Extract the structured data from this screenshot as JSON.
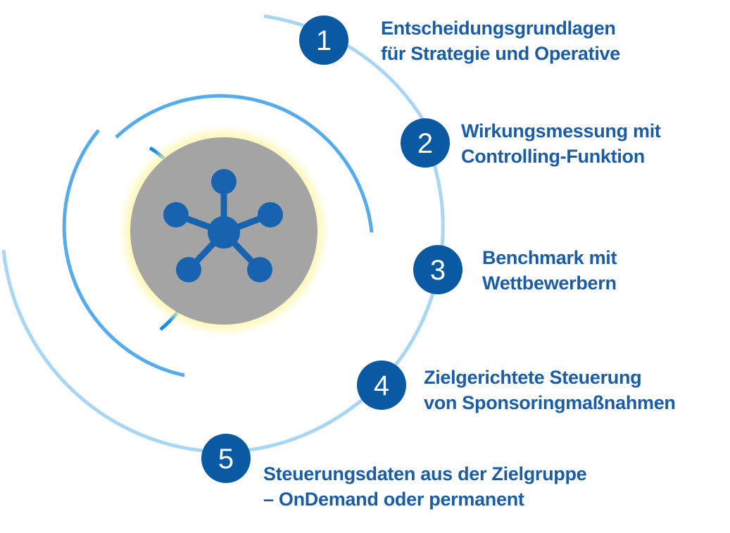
{
  "colors": {
    "badge": "#0A5AA3",
    "text": "#1A5CA5",
    "arc_outer": "#A9D6F5",
    "arc_middle": "#55ACEC",
    "arc_inner": "#1A8BE8",
    "hub_fill": "#A4A4A4",
    "hub_glow": "#FFF6A8",
    "network_icon": "#1763B0"
  },
  "icon": "network-hub-icon",
  "items": [
    {
      "number": "1",
      "line1": "Entscheidungsgrundlagen",
      "line2": "für Strategie und Operative"
    },
    {
      "number": "2",
      "line1": "Wirkungsmessung mit",
      "line2": "Controlling-Funktion"
    },
    {
      "number": "3",
      "line1": "Benchmark mit",
      "line2": "Wettbewerbern"
    },
    {
      "number": "4",
      "line1": "Zielgerichtete Steuerung",
      "line2": "von Sponsoringmaßnahmen"
    },
    {
      "number": "5",
      "line1": "Steuerungsdaten aus der Zielgruppe",
      "line2": "– OnDemand oder permanent"
    }
  ]
}
